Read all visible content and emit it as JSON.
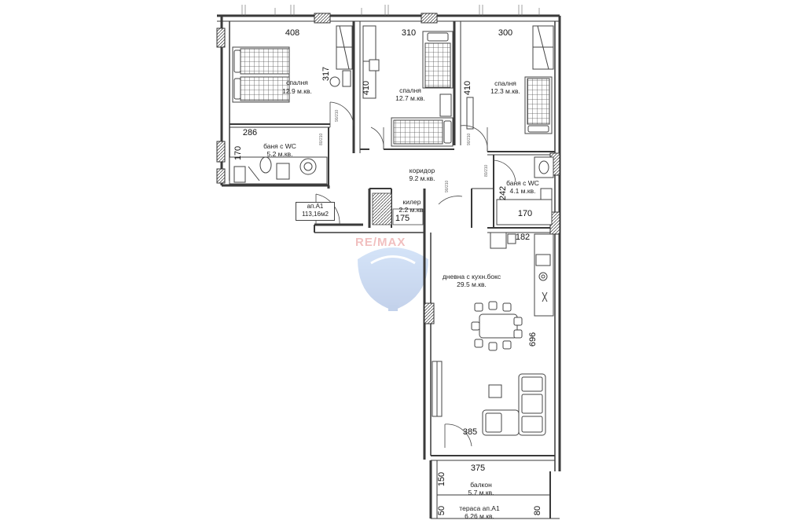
{
  "colors": {
    "wall": "#3a3a3a",
    "tile": "#555555",
    "watermark_red": "#d94a4a",
    "watermark_blue": "#4a7bd0"
  },
  "rooms": {
    "bedroom1": {
      "name": "спалня",
      "area": "12.9 м.кв."
    },
    "bedroom2": {
      "name": "спалня",
      "area": "12.7 м.кв."
    },
    "bedroom3": {
      "name": "спалня",
      "area": "12.3 м.кв."
    },
    "bath1": {
      "name": "баня с WC",
      "area": "5.2 м.кв."
    },
    "bath2": {
      "name": "баня с WC",
      "area": "4.1 м.кв."
    },
    "corridor": {
      "name": "коридор",
      "area": "9.2 м.кв."
    },
    "closet": {
      "name": "килер",
      "area": "2.2 м.кв."
    },
    "living": {
      "name": "дневна с кухн.бокс",
      "area": "29.5 м.кв."
    },
    "balcony": {
      "name": "балкон",
      "area": "5.7 м.кв."
    },
    "terrace": {
      "name": "тераса ап.А1",
      "area": "6.26 м.кв."
    }
  },
  "apartment": {
    "name": "ап.А1",
    "area": "113,16м2"
  },
  "dimensions": {
    "d408": "408",
    "d310": "310",
    "d300": "300",
    "d317": "317",
    "d410a": "410",
    "d410b": "410",
    "d286": "286",
    "d170a": "170",
    "d242": "242",
    "d170b": "170",
    "d175": "175",
    "d182": "182",
    "d696": "696",
    "d385": "385",
    "d375": "375",
    "d150": "150",
    "d50": "50",
    "d80": "80"
  },
  "watermark": "RE/MAX"
}
